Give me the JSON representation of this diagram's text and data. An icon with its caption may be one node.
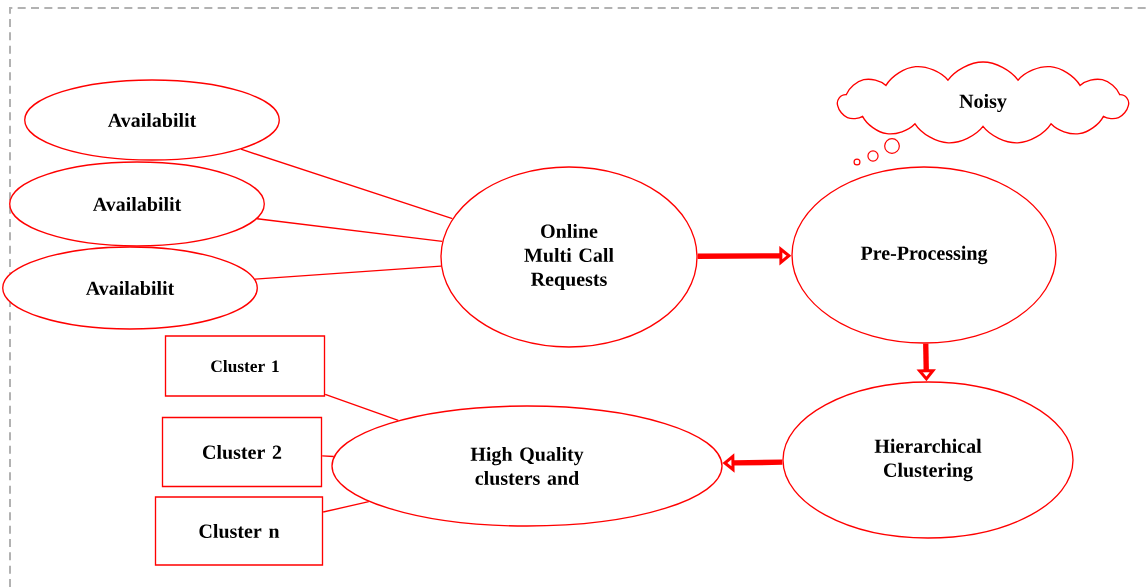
{
  "diagram": {
    "nodes": [
      {
        "text": [
          "Availabilit"
        ]
      },
      {
        "text": [
          "Availabilit"
        ]
      },
      {
        "text": [
          "Availabilit"
        ]
      },
      {
        "text": [
          "Online Multi Call Requests"
        ]
      },
      {
        "text": [
          "Noisy"
        ]
      },
      {
        "text": [
          "Pre-Processing"
        ]
      },
      {
        "text": [
          "Hierarchical Clustering"
        ]
      },
      {
        "text": [
          "High Quality clusters and"
        ]
      },
      {
        "text": [
          "Cluster 1"
        ]
      },
      {
        "text": [
          "Cluster 2"
        ]
      },
      {
        "text": [
          "Cluster n"
        ]
      }
    ],
    "edges": [
      {
        "from": 0,
        "to": 3,
        "arrow": "none"
      },
      {
        "from": 1,
        "to": 3,
        "arrow": "none"
      },
      {
        "from": 2,
        "to": 3,
        "arrow": "none"
      },
      {
        "from": 3,
        "to": 5,
        "arrow": "to",
        "style": "thick"
      },
      {
        "from": 5,
        "to": 6,
        "arrow": "to",
        "style": "thick"
      },
      {
        "from": 6,
        "to": 7,
        "arrow": "to",
        "style": "thick"
      },
      {
        "from": 8,
        "to": 7,
        "arrow": "none"
      },
      {
        "from": 9,
        "to": 7,
        "arrow": "none"
      },
      {
        "from": 10,
        "to": 7,
        "arrow": "none"
      }
    ]
  }
}
